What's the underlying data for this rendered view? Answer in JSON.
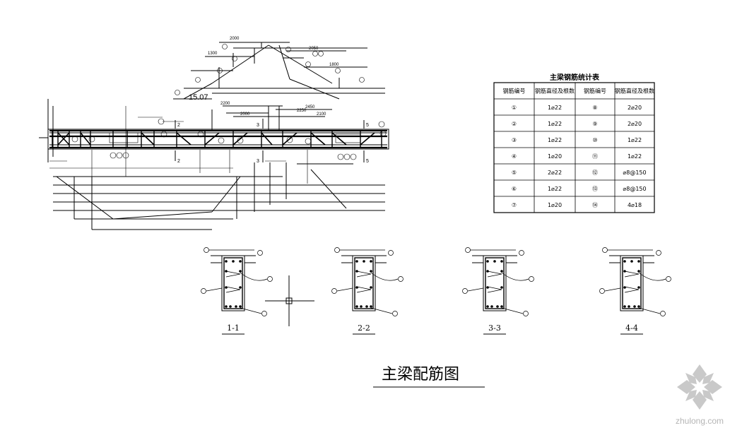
{
  "table": {
    "title": "主梁钢筋统计表",
    "headers": [
      "钢筋编号",
      "钢筋直径及根数",
      "钢筋编号",
      "钢筋直径及根数"
    ],
    "rows": [
      [
        "①",
        "1⌀22",
        "⑧",
        "2⌀20"
      ],
      [
        "②",
        "1⌀22",
        "⑨",
        "2⌀20"
      ],
      [
        "③",
        "1⌀22",
        "⑩",
        "1⌀22"
      ],
      [
        "④",
        "1⌀20",
        "⑪",
        "1⌀22"
      ],
      [
        "⑤",
        "2⌀22",
        "⑫",
        "⌀8@150"
      ],
      [
        "⑥",
        "1⌀22",
        "⑬",
        "⌀8@150"
      ],
      [
        "⑦",
        "1⌀20",
        "⑭",
        "4⌀18"
      ]
    ]
  },
  "sections": [
    {
      "label": "1-1"
    },
    {
      "label": "2-2"
    },
    {
      "label": "3-3"
    },
    {
      "label": "4-4"
    }
  ],
  "elevation": {
    "dims": [
      "2000",
      "1300",
      "2050",
      "1800",
      "2200",
      "2000",
      "2450",
      "2100",
      "2250"
    ],
    "elev_mark": "15.07",
    "section_marks": [
      "2",
      "2",
      "3",
      "3",
      "5",
      "5"
    ]
  },
  "main_title": "主梁配筋图",
  "watermark": "zhulong.com"
}
